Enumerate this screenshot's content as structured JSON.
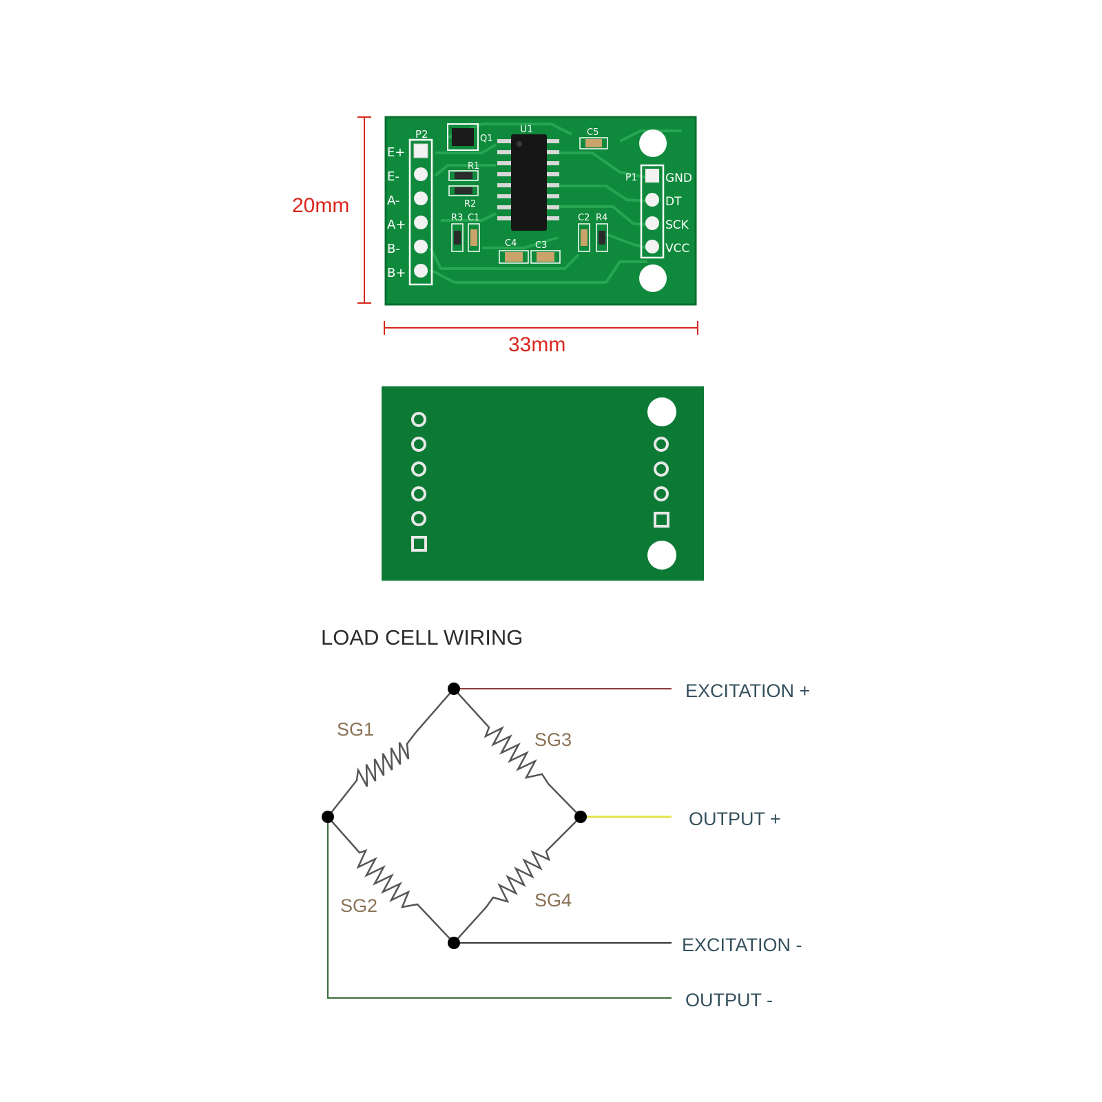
{
  "front_board": {
    "dim_height": "20mm",
    "dim_width": "33mm",
    "header_left": "P2",
    "pins_left": [
      "E+",
      "E-",
      "A-",
      "A+",
      "B-",
      "B+"
    ],
    "header_right": "P1",
    "pins_right": [
      "GND",
      "DT",
      "SCK",
      "VCC"
    ],
    "chip": "U1",
    "components": [
      "Q1",
      "R1",
      "R2",
      "R3",
      "C1",
      "C2",
      "R4",
      "C3",
      "C4",
      "C5"
    ],
    "colors": {
      "pcb": "#0f8a3c",
      "trace": "#22a04e",
      "silkscreen": "#ffffff",
      "dimension": "#d9261c"
    }
  },
  "back_board": {
    "left_holes": 6,
    "right_holes": 4,
    "colors": {
      "pcb": "#0c7a34"
    }
  },
  "wiring": {
    "title": "LOAD CELL WIRING",
    "gauges": [
      "SG1",
      "SG2",
      "SG3",
      "SG4"
    ],
    "lines": [
      "EXCITATION +",
      "OUTPUT +",
      "EXCITATION -",
      "OUTPUT -"
    ],
    "colors": {
      "excitation_plus": "#8b3a3a",
      "output_plus": "#e3e24a",
      "excitation_minus": "#333333",
      "output_minus": "#3a6b3a",
      "resistor": "#555555"
    }
  }
}
